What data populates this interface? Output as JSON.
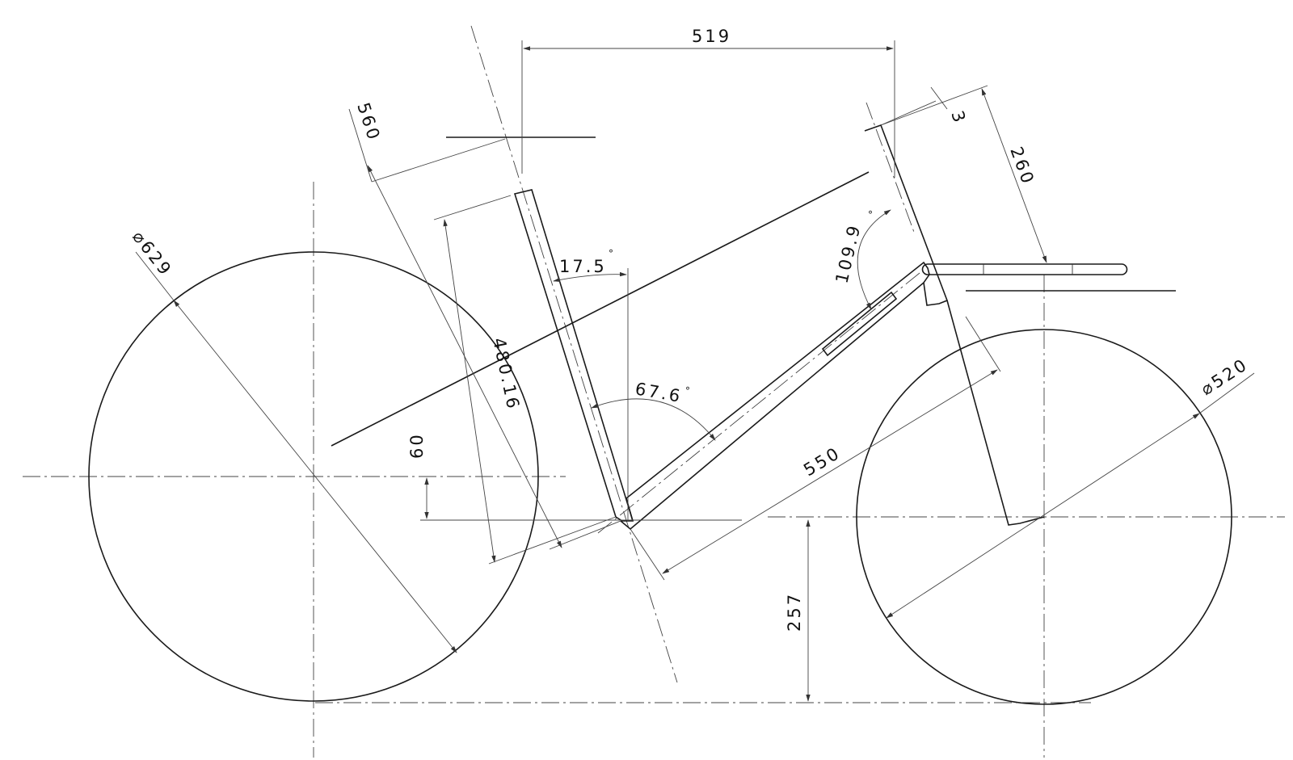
{
  "labels": {
    "wheelbase": "519",
    "seat_tube_length": "560",
    "head_offset": "3",
    "stem_length": "260",
    "rear_wheel_diameter": "⌀629",
    "front_wheel_diameter": "⌀520",
    "seat_angle": "17.5",
    "head_angle": "109.9",
    "frame_angle": "67.6",
    "frame_height": "480.16",
    "bb_drop": "60",
    "down_tube_length": "550",
    "axle_height": "257",
    "degree_mark": "°"
  }
}
